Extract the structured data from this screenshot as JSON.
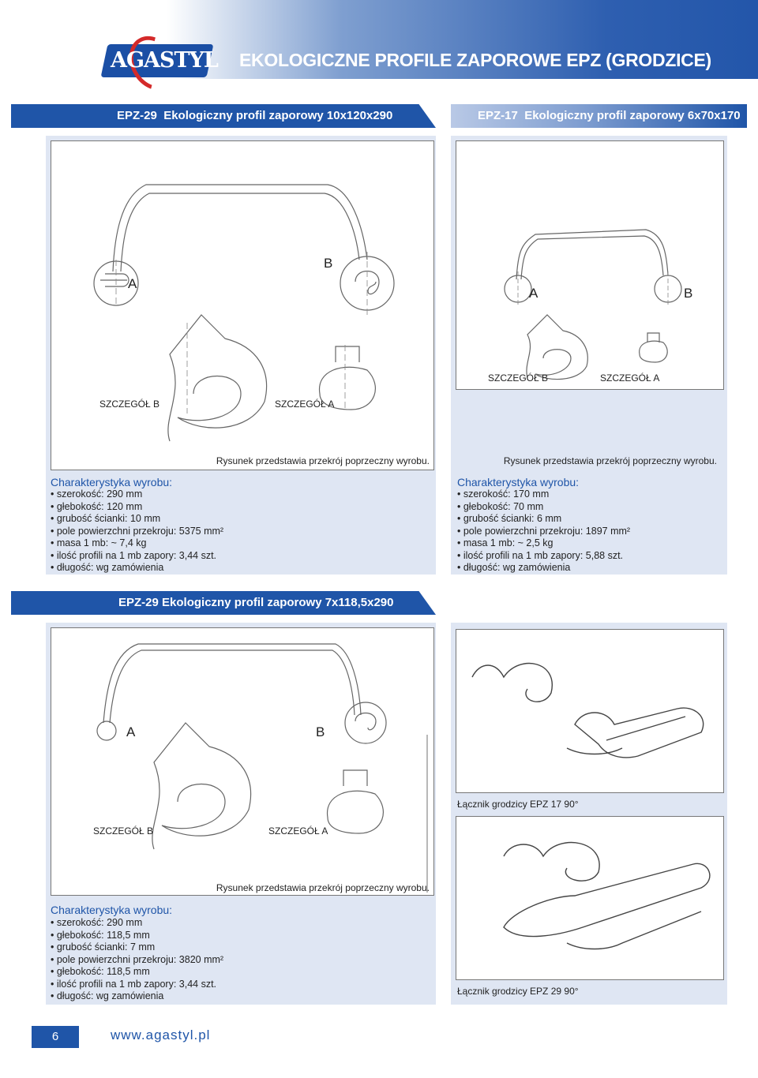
{
  "header": {
    "logo": "AGASTYL",
    "title": "EKOLOGICZNE PROFILE ZAPOROWE EPZ (GRODZICE)"
  },
  "section1": {
    "band_code": "EPZ-29",
    "band_label": "Ekologiczny profil zaporowy 10x120x290",
    "label_a": "A",
    "label_b": "B",
    "detail_b": "SZCZEGÓŁ B",
    "detail_a": "SZCZEGÓŁ A",
    "note": "Rysunek przedstawia przekrój poprzeczny wyrobu.",
    "char_title": "Charakterystyka wyrobu:",
    "items": [
      "szerokość: 290 mm",
      "głebokość: 120 mm",
      "grubość ścianki: 10 mm",
      "pole powierzchni przekroju: 5375 mm²",
      "masa 1 mb: ~ 7,4 kg",
      "ilość profili na 1 mb zapory: 3,44 szt.",
      "długość: wg zamówienia"
    ]
  },
  "section2": {
    "band_code": "EPZ-17",
    "band_label": "Ekologiczny profil zaporowy 6x70x170",
    "label_a": "A",
    "label_b": "B",
    "detail_b": "SZCZEGÓŁ B",
    "detail_a": "SZCZEGÓŁ A",
    "note": "Rysunek przedstawia przekrój poprzeczny wyrobu.",
    "char_title": "Charakterystyka wyrobu:",
    "items": [
      "szerokość: 170 mm",
      "głebokość: 70 mm",
      "grubość ścianki: 6 mm",
      "pole powierzchni przekroju: 1897 mm²",
      "masa 1 mb: ~ 2,5 kg",
      "ilość profili na 1 mb zapory: 5,88 szt.",
      "długość: wg zamówienia"
    ]
  },
  "section3": {
    "band_label": "EPZ-29 Ekologiczny profil zaporowy 7x118,5x290",
    "label_a": "A",
    "label_b": "B",
    "detail_b": "SZCZEGÓŁ B",
    "detail_a": "SZCZEGÓŁ A",
    "note": "Rysunek przedstawia przekrój poprzeczny wyrobu.",
    "char_title": "Charakterystyka wyrobu:",
    "items": [
      "szerokość: 290 mm",
      "głebokość: 118,5 mm",
      "grubość ścianki: 7 mm",
      "pole powierzchni przekroju: 3820 mm²",
      "głebokość: 118,5 mm",
      "ilość profili na 1 mb zapory: 3,44 szt.",
      "długość: wg zamówienia"
    ]
  },
  "connectors": {
    "c1": "Łącznik grodzicy EPZ 17 90°",
    "c2": "Łącznik grodzicy EPZ 29 90°"
  },
  "footer": {
    "page": "6",
    "url": "www.agastyl.pl"
  }
}
